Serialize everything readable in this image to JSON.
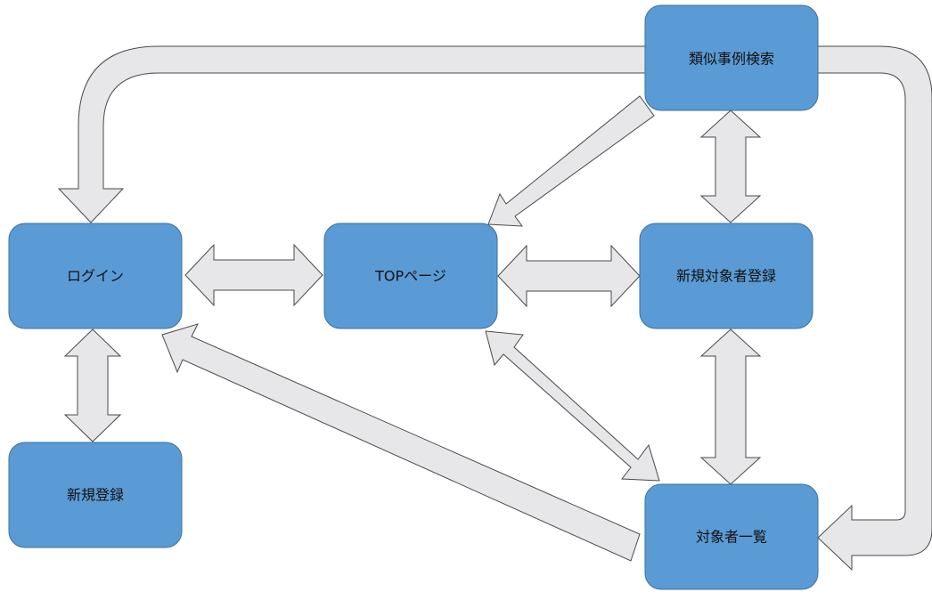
{
  "nodes": {
    "login": "ログイン",
    "top": "TOPページ",
    "signup": "新規登録",
    "similar_search": "類似事例検索",
    "new_subject_registration": "新規対象者登録",
    "subject_list": "対象者一覧"
  },
  "colors": {
    "node_fill": "#5b9bd5",
    "node_border": "#3d6f9d",
    "arrow_fill": "#e7e6e8",
    "arrow_border": "#4a4a4a"
  },
  "edges": [
    {
      "from": "similar_search",
      "to": "login",
      "direction": "one-way"
    },
    {
      "from": "similar_search",
      "to": "subject_list",
      "direction": "one-way"
    },
    {
      "from": "similar_search",
      "to": "top",
      "direction": "one-way"
    },
    {
      "from": "similar_search",
      "to": "new_subject_registration",
      "direction": "two-way"
    },
    {
      "from": "login",
      "to": "top",
      "direction": "two-way"
    },
    {
      "from": "top",
      "to": "new_subject_registration",
      "direction": "two-way"
    },
    {
      "from": "login",
      "to": "signup",
      "direction": "two-way"
    },
    {
      "from": "subject_list",
      "to": "login",
      "direction": "one-way"
    },
    {
      "from": "top",
      "to": "subject_list",
      "direction": "two-way"
    },
    {
      "from": "new_subject_registration",
      "to": "subject_list",
      "direction": "two-way"
    }
  ]
}
